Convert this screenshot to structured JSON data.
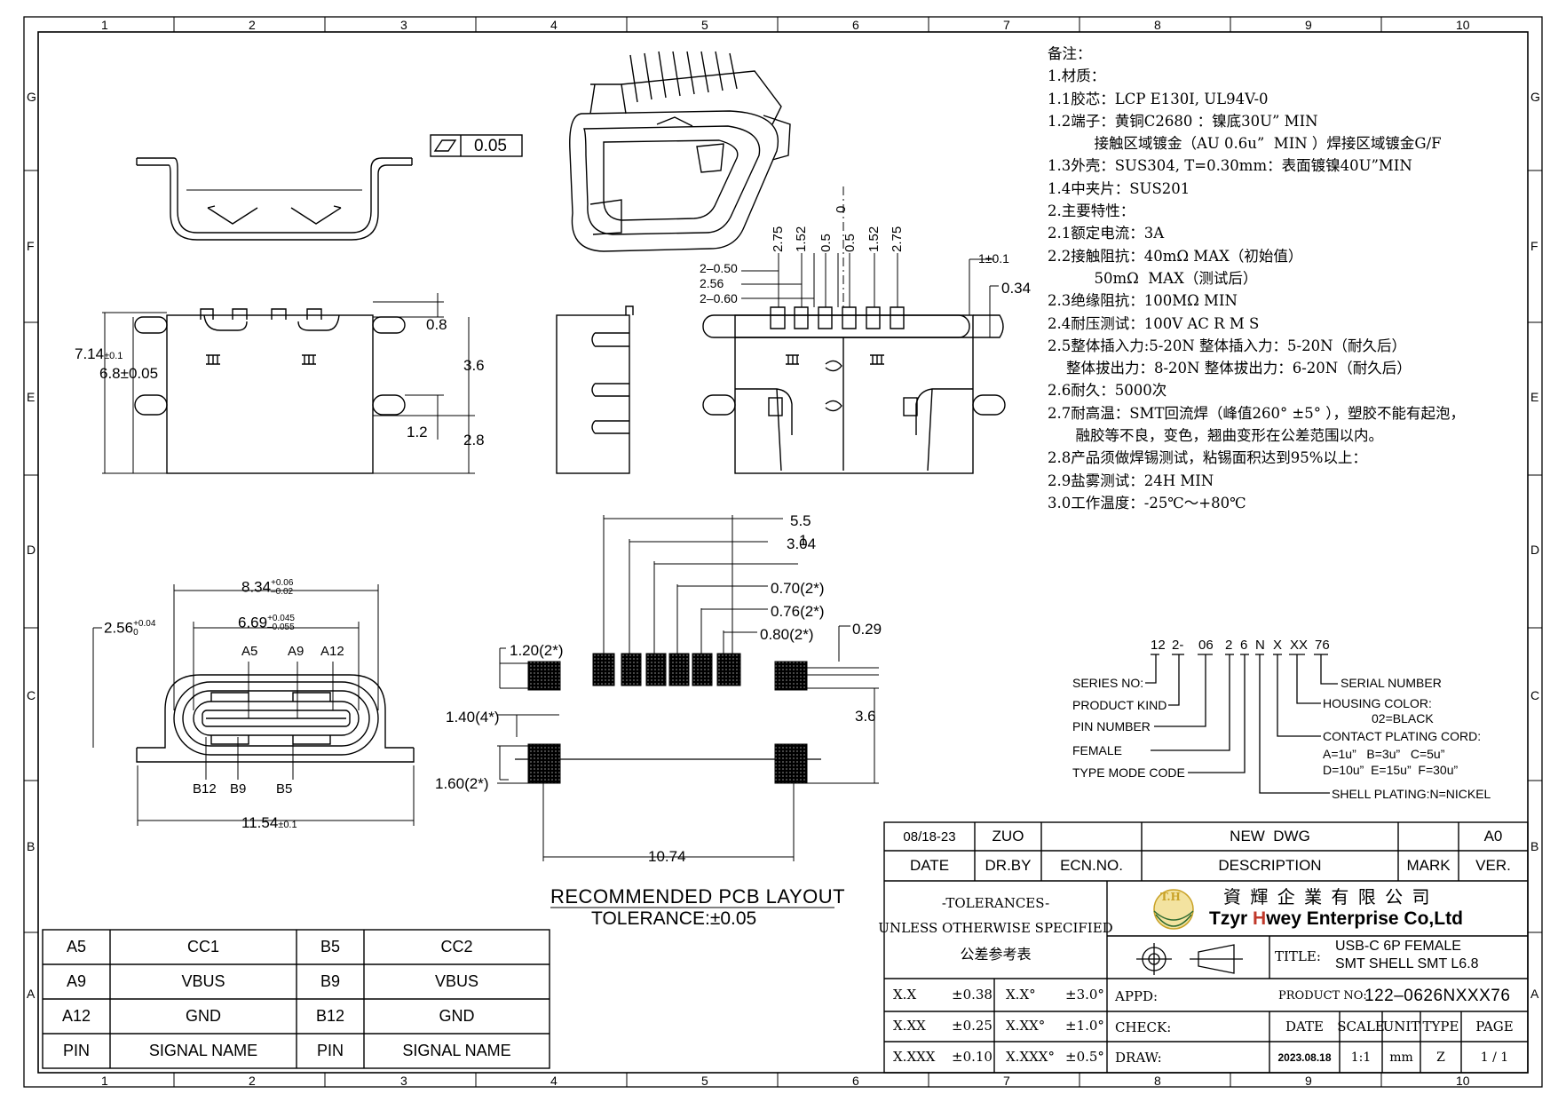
{
  "frame": {
    "cols": [
      "1",
      "2",
      "3",
      "4",
      "5",
      "6",
      "7",
      "8",
      "9",
      "10"
    ],
    "rows": [
      "G",
      "F",
      "E",
      "D",
      "C",
      "B",
      "A"
    ]
  },
  "dims": {
    "flatness": "0.05",
    "pin_widths": [
      "2.75",
      "1.52",
      "0.5",
      "0",
      "0.5",
      "1.52",
      "2.75"
    ],
    "w250": "2–0.50",
    "w256": "2.56",
    "w260": "2–0.60",
    "one_tol": "1±0.1",
    "d034": "0.34",
    "d08": "0.8",
    "d36": "3.6",
    "d12": "1.2",
    "d28": "2.8",
    "h714": "7.14",
    "h714_tol": "±0.1",
    "h68": "6.8±0.05",
    "w834": "8.34",
    "w834_up": "+0.06",
    "w834_lo": "–0.02",
    "w669": "6.69",
    "w669_up": "+0.045",
    "w669_lo": "–0.055",
    "w256_up": "+0.04",
    "w256_lo": "0",
    "w1154": "11.54",
    "w1154_tol": "±0.1",
    "pin_a5": "A5",
    "pin_a9": "A9",
    "pin_a12": "A12",
    "pin_b12": "B12",
    "pin_b9": "B9",
    "pin_b5": "B5",
    "pcb_55": "5.5",
    "pcb_304": "3.04",
    "pcb_1": "1",
    "pcb_070": "0.70(2*)",
    "pcb_076": "0.76(2*)",
    "pcb_080": "0.80(2*)",
    "pcb_029": "0.29",
    "pcb_120": "1.20(2*)",
    "pcb_140": "1.40(4*)",
    "pcb_160": "1.60(2*)",
    "pcb_36": "3.6",
    "pcb_1074": "10.74",
    "pcb_title": "RECOMMENDED  PCB  LAYOUT",
    "pcb_tol": "TOLERANCE:±0.05"
  },
  "notes": [
    "备注：",
    "1.材质：",
    "1.1胶芯：LCP E130I, UL94V-0",
    "1.2端子：黄铜C2680 ：镍底30U”  MIN",
    "          接触区域镀金（AU 0.6u”  MIN ）焊接区域镀金G/F",
    "1.3外壳：SUS304, T=0.30mm：表面镀镍40U”MIN",
    "1.4中夹片：SUS201",
    "2.主要特性：",
    "2.1额定电流：3A",
    "2.2接触阻抗：40mΩ  MAX（初始值）",
    "          50mΩ  MAX（测试后）",
    "2.3绝缘阻抗：100MΩ  MIN",
    "2.4耐压测试：100V AC R M S",
    "2.5整体插入力:5-20N 整体插入力：5-20N（耐久后）",
    "    整体拔出力：8-20N 整体拔出力：6-20N（耐久后）",
    "2.6耐久：5000次",
    "2.7耐高温：SMT回流焊（峰值260° ±5° ），塑胶不能有起泡，",
    "      融胶等不良，变色，翘曲变形在公差范围以内。",
    "2.8产品须做焊锡测试，粘锡面积达到95%以上：",
    "2.9盐雾测试：24H MIN",
    "3.0工作温度：-25℃～+80℃"
  ],
  "part_code": {
    "segments": [
      "12",
      "2-",
      "06",
      "2",
      "6",
      "N",
      "X",
      "XX",
      "76"
    ],
    "series": "SERIES  NO:",
    "kind": "PRODUCT KIND",
    "pin": "PIN  NUMBER",
    "female": "FEMALE",
    "type": "TYPE  MODE  CODE",
    "serial": "SERIAL  NUMBER",
    "housing": "HOUSING  COLOR:",
    "housing_val": "02=BLACK",
    "plating": "CONTACT  PLATING  CORD:",
    "plating_1": "A=1u”   B=3u”   C=5u”",
    "plating_2": "D=10u”  E=15u”  F=30u”",
    "shell": "SHELL  PLATING:N=NICKEL"
  },
  "pin_table": {
    "rows": [
      [
        "A5",
        "CC1",
        "B5",
        "CC2"
      ],
      [
        "A9",
        "VBUS",
        "B9",
        "VBUS"
      ],
      [
        "A12",
        "GND",
        "B12",
        "GND"
      ],
      [
        "PIN",
        "SIGNAL NAME",
        "PIN",
        "SIGNAL NAME"
      ]
    ]
  },
  "title_block": {
    "rev_date": "08/18-23",
    "rev_by": "ZUO",
    "rev_desc": "NEW  DWG",
    "rev_ver": "A0",
    "h_date": "DATE",
    "h_drby": "DR.BY",
    "h_ecn": "ECN.NO.",
    "h_desc": "DESCRIPTION",
    "h_mark": "MARK",
    "h_ver": "VER.",
    "tol_title": "-TOLERANCES-",
    "tol_sub": "UNLESS OTHERWISE SPECIFIED",
    "tol_cn": "公差参考表",
    "logo_mark": "T.H",
    "company_cn": "資 輝 企 業 有 限 公 司",
    "company_en_1": "Tzyr ",
    "company_en_2": "H",
    "company_en_3": "wey Enterprise Co,Ltd",
    "title_label": "TITLE:",
    "title_1": "USB-C 6P FEMALE",
    "title_2": "SMT SHELL SMT L6.8",
    "tol_rows": [
      [
        "X.X",
        "±0.38",
        "X.X°",
        "±3.0°"
      ],
      [
        "X.XX",
        "±0.25",
        "X.XX°",
        "±1.0°"
      ],
      [
        "X.XXX",
        "±0.10",
        "X.XXX°",
        "±0.5°"
      ]
    ],
    "appd": "APPD:",
    "check": "CHECK:",
    "draw": "DRAW:",
    "product_no_label": "PRODUCT NO:",
    "product_no": "122–0626NXXX76",
    "col_date": "DATE",
    "col_scale": "SCALE",
    "col_unit": "UNIT",
    "col_type": "TYPE",
    "col_page": "PAGE",
    "val_date": "2023.08.18",
    "val_scale": "1:1",
    "val_unit": "mm",
    "val_type": "Z",
    "val_page": "1 / 1"
  }
}
